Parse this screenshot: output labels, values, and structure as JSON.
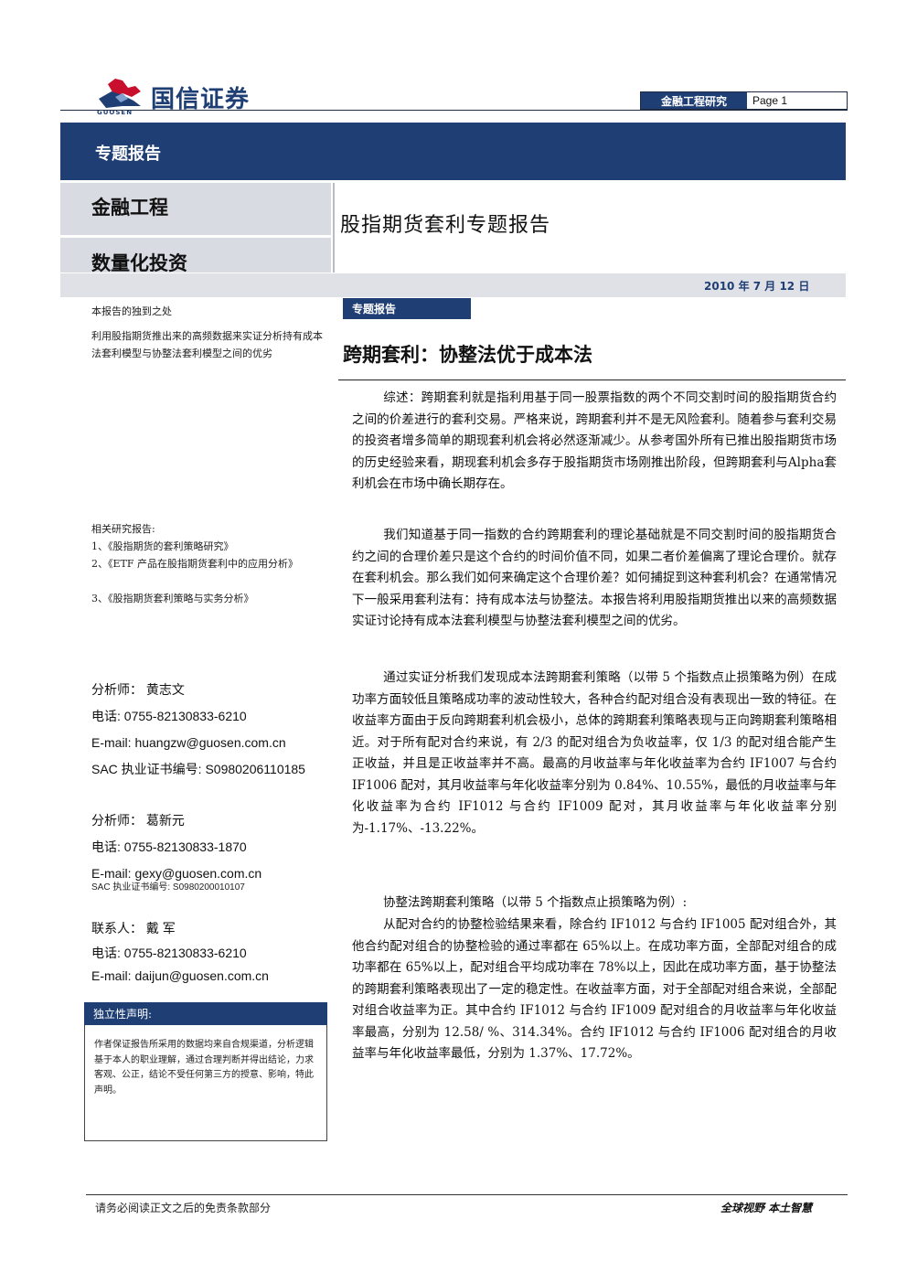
{
  "header": {
    "brand_cn": "国信证券",
    "brand_latin": "GUOSEN",
    "department": "金融工程研究",
    "page_label": "Page 1",
    "colors": {
      "navy": "#1f3e74",
      "logo_red": "#c8102e",
      "band_gray": "#d9dbe3"
    }
  },
  "banner": {
    "label": "专题报告"
  },
  "sidebar_bands": {
    "category": "金融工程",
    "subcategory": "数量化投资"
  },
  "report_title": "股指期货套利专题报告",
  "date": "2010 年 7 月 12 日",
  "left": {
    "unique_title": "本报告的独到之处",
    "unique_text": "利用股指期货推出来的高频数据来实证分析持有成本法套利模型与协整法套利模型之间的优劣",
    "related_title": "相关研究报告:",
    "related": [
      "1、《股指期货的套利策略研究》",
      "2、《ETF 产品在股指期货套利中的应用分析》",
      "3、《股指期货套利策略与实务分析》"
    ],
    "analyst1": {
      "name": "分析师：  黄志文",
      "phone": "电话:     0755-82130833-6210",
      "email": "E-mail: huangzw@guosen.com.cn",
      "sac": "SAC 执业证书编号: S0980206110185"
    },
    "analyst2": {
      "name": "分析师：  葛新元",
      "phone": "电话:     0755-82130833-1870",
      "email": "E-mail: gexy@guosen.com.cn",
      "sac": "SAC 执业证书编号:  S0980200010107"
    },
    "contact": {
      "name": "联系人：  戴    军",
      "phone": "电话:     0755-82130833-6210",
      "email": "E-mail: daijun@guosen.com.cn"
    },
    "independence_title": "独立性声明:",
    "independence_text": "作者保证报告所采用的数据均来自合规渠道，分析逻辑基于本人的职业理解，通过合理判断并得出结论，力求客观、公正，结论不受任何第三方的授意、影响，特此声明。"
  },
  "main": {
    "tag": "专题报告",
    "headline": "跨期套利：协整法优于成本法",
    "paragraphs": [
      "综述：跨期套利就是指利用基于同一股票指数的两个不同交割时间的股指期货合约之间的价差进行的套利交易。严格来说，跨期套利并不是无风险套利。随着参与套利交易的投资者增多简单的期现套利机会将必然逐渐减少。从参考国外所有已推出股指期货市场的历史经验来看，期现套利机会多存于股指期货市场刚推出阶段，但跨期套利与Alpha套利机会在市场中确长期存在。",
      "我们知道基于同一指数的合约跨期套利的理论基础就是不同交割时间的股指期货合约之间的合理价差只是这个合约的时间价值不同，如果二者价差偏离了理论合理价。就存在套利机会。那么我们如何来确定这个合理价差？如何捕捉到这种套利机会？在通常情况下一般采用套利法有：持有成本法与协整法。本报告将利用股指期货推出以来的高频数据实证讨论持有成本法套利模型与协整法套利模型之间的优劣。",
      "通过实证分析我们发现成本法跨期套利策略（以带 5 个指数点止损策略为例）在成功率方面较低且策略成功率的波动性较大，各种合约配对组合没有表现出一致的特征。在收益率方面由于反向跨期套利机会极小，总体的跨期套利策略表现与正向跨期套利策略相近。对于所有配对合约来说，有 2/3 的配对组合为负收益率，仅 1/3 的配对组合能产生正收益，并且是正收益率并不高。最高的月收益率与年化收益率为合约 IF1007 与合约 IF1006 配对，其月收益率与年化收益率分别为 0.84%、10.55%，最低的月收益率与年化收益率为合约 IF1012 与合约 IF1009 配对，其月收益率与年化收益率分别为-1.17%、-13.22%。",
      "协整法跨期套利策略（以带 5 个指数点止损策略为例）:",
      "从配对合约的协整检验结果来看，除合约 IF1012 与合约 IF1005 配对组合外，其他合约配对组合的协整检验的通过率都在 65%以上。在成功率方面，全部配对组合的成功率都在 65%以上，配对组合平均成功率在 78%以上，因此在成功率方面，基于协整法的跨期套利策略表现出了一定的稳定性。在收益率方面，对于全部配对组合来说，全部配对组合收益率为正。其中合约 IF1012 与合约 IF1009 配对组合的月收益率与年化收益率最高，分别为 12.58/ %、314.34%。合约 IF1012 与合约 IF1006 配对组合的月收益率与年化收益率最低，分别为 1.37%、17.72%。"
    ]
  },
  "footer": {
    "disclaimer": "请务必阅读正文之后的免责条款部分",
    "slogan": "全球视野   本土智慧"
  }
}
